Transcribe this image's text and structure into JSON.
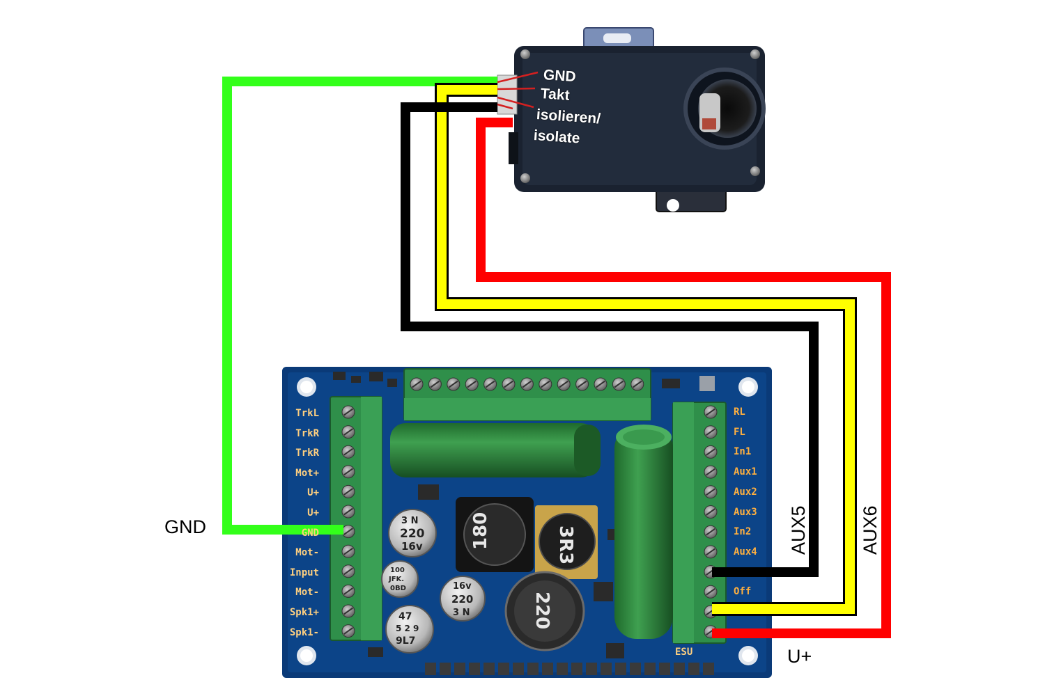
{
  "colors": {
    "wire_gnd": "#33ff1a",
    "wire_takt": "#ffff00",
    "wire_isolate": "#000000",
    "wire_uplus": "#ff0000",
    "pcb_blue": "#0a3a78",
    "terminal_green": "#2f8f4a",
    "pin_label_left": "#ffd080",
    "pin_label_right": "#ffb040",
    "generator_body": "#1a2230"
  },
  "generator": {
    "labels": [
      "GND",
      "Takt",
      "isolieren/",
      "isolate"
    ]
  },
  "board": {
    "left_pins": [
      "TrkL",
      "TrkR",
      "TrkR",
      "Mot+",
      "U+",
      "U+",
      "GND",
      "Mot-",
      "Input",
      "Mot-",
      "Spk1+",
      "Spk1-"
    ],
    "right_pins": [
      "RL",
      "FL",
      "In1",
      "Aux1",
      "Aux2",
      "Aux3",
      "In2",
      "Aux4",
      "",
      "Off",
      "",
      ""
    ],
    "brand": "ESU",
    "components": {
      "cap1_text": [
        "3 N",
        "220",
        "16v"
      ],
      "cap2_text": [
        "100",
        "JFK.",
        "0BD"
      ],
      "cap3_text": [
        "16v",
        "220",
        "3 N"
      ],
      "cap4_text": [
        "47",
        "5 2 9",
        "9L7"
      ],
      "inductor1_text": "180",
      "inductor2_text": "3R3",
      "inductor3_text": "220"
    }
  },
  "labels": {
    "gnd": "GND",
    "aux5": "AUX5",
    "aux6": "AUX6",
    "uplus": "U+"
  }
}
